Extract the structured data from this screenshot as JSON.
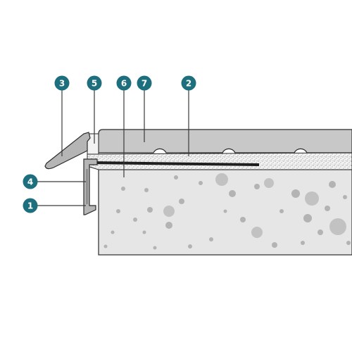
{
  "colors": {
    "background": "#ffffff",
    "callout_fill": "#1d6f7d",
    "callout_text": "#ffffff",
    "leader_line": "#3a3a3a",
    "outline": "#2b2b2b",
    "tile": "#c8c8c8",
    "substrate": "#e6e6e6",
    "substrate_aggregate": "#b3b3b3",
    "adhesive": "#f2f2f2",
    "adhesive_speckle": "#5a5a5a",
    "profile_metal": "#b5b5b5",
    "membrane": "#1f1f1f"
  },
  "callouts": [
    {
      "id": "c1",
      "label": "1"
    },
    {
      "id": "c2",
      "label": "2"
    },
    {
      "id": "c3",
      "label": "3"
    },
    {
      "id": "c4",
      "label": "4"
    },
    {
      "id": "c5",
      "label": "5"
    },
    {
      "id": "c6",
      "label": "6"
    },
    {
      "id": "c7",
      "label": "7"
    }
  ]
}
